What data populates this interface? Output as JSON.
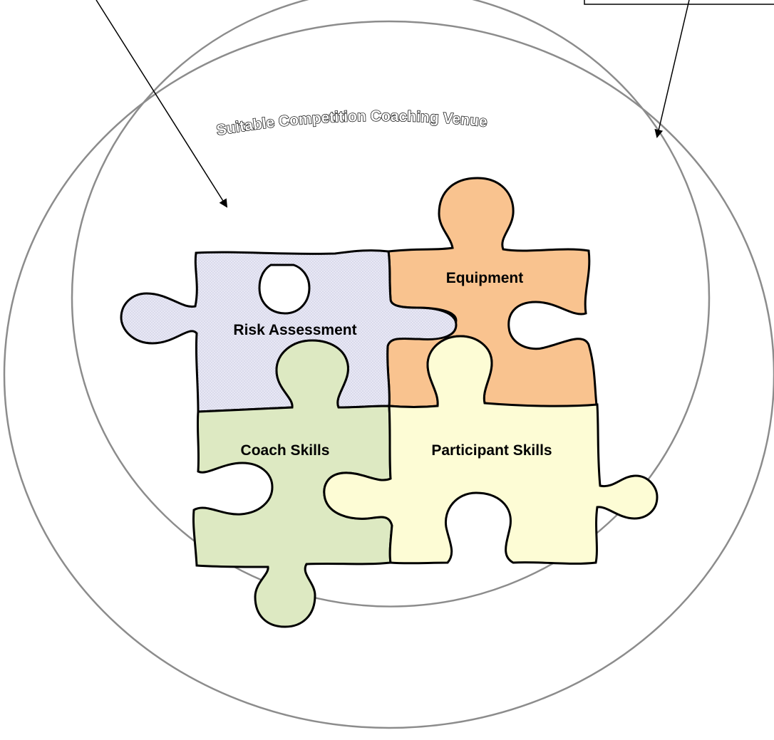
{
  "venue": {
    "label": "Suitable Competition Coaching Venue"
  },
  "pieces": {
    "risk_assessment": {
      "label": "Risk Assessment",
      "color": "#e6e6f4"
    },
    "equipment": {
      "label": "Equipment",
      "color": "#f9c38f"
    },
    "coach_skills": {
      "label": "Coach Skills",
      "color": "#dde9c2"
    },
    "participant_skills": {
      "label": "Participant Skills",
      "color": "#fdfcd5"
    }
  },
  "colors": {
    "ring_stroke": "#8c8c8c",
    "piece_outline": "#000000",
    "arrow": "#000000"
  }
}
